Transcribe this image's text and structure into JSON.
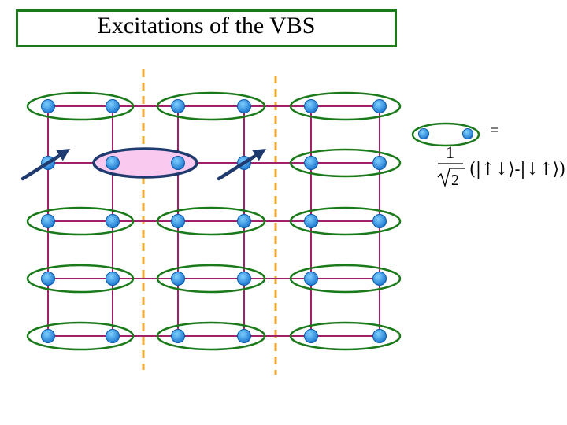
{
  "title": "Excitations of the VBS",
  "legend": {
    "equals": "=",
    "numerator": "1",
    "radicand": "2",
    "formula": "(|↑↓⟩-|↓↑⟩)"
  },
  "lattice": {
    "rows": 5,
    "cols": 6,
    "excited_row": 1,
    "broken_dimer_cols": [
      0,
      3
    ],
    "shifted_dimer_cols": [
      1,
      2
    ],
    "spin_arrow_cols": [
      0,
      3
    ]
  },
  "colors": {
    "title_border": "#1a7a1a",
    "bond": "#a0206a",
    "dimer_ring": "#1a7a1a",
    "shifted_ring": "#1f3a6e",
    "shifted_fill": "#f9c9ef",
    "site": "#1e90e0",
    "arrow": "#1f3a6e",
    "domain_wall": "#f0a830"
  }
}
